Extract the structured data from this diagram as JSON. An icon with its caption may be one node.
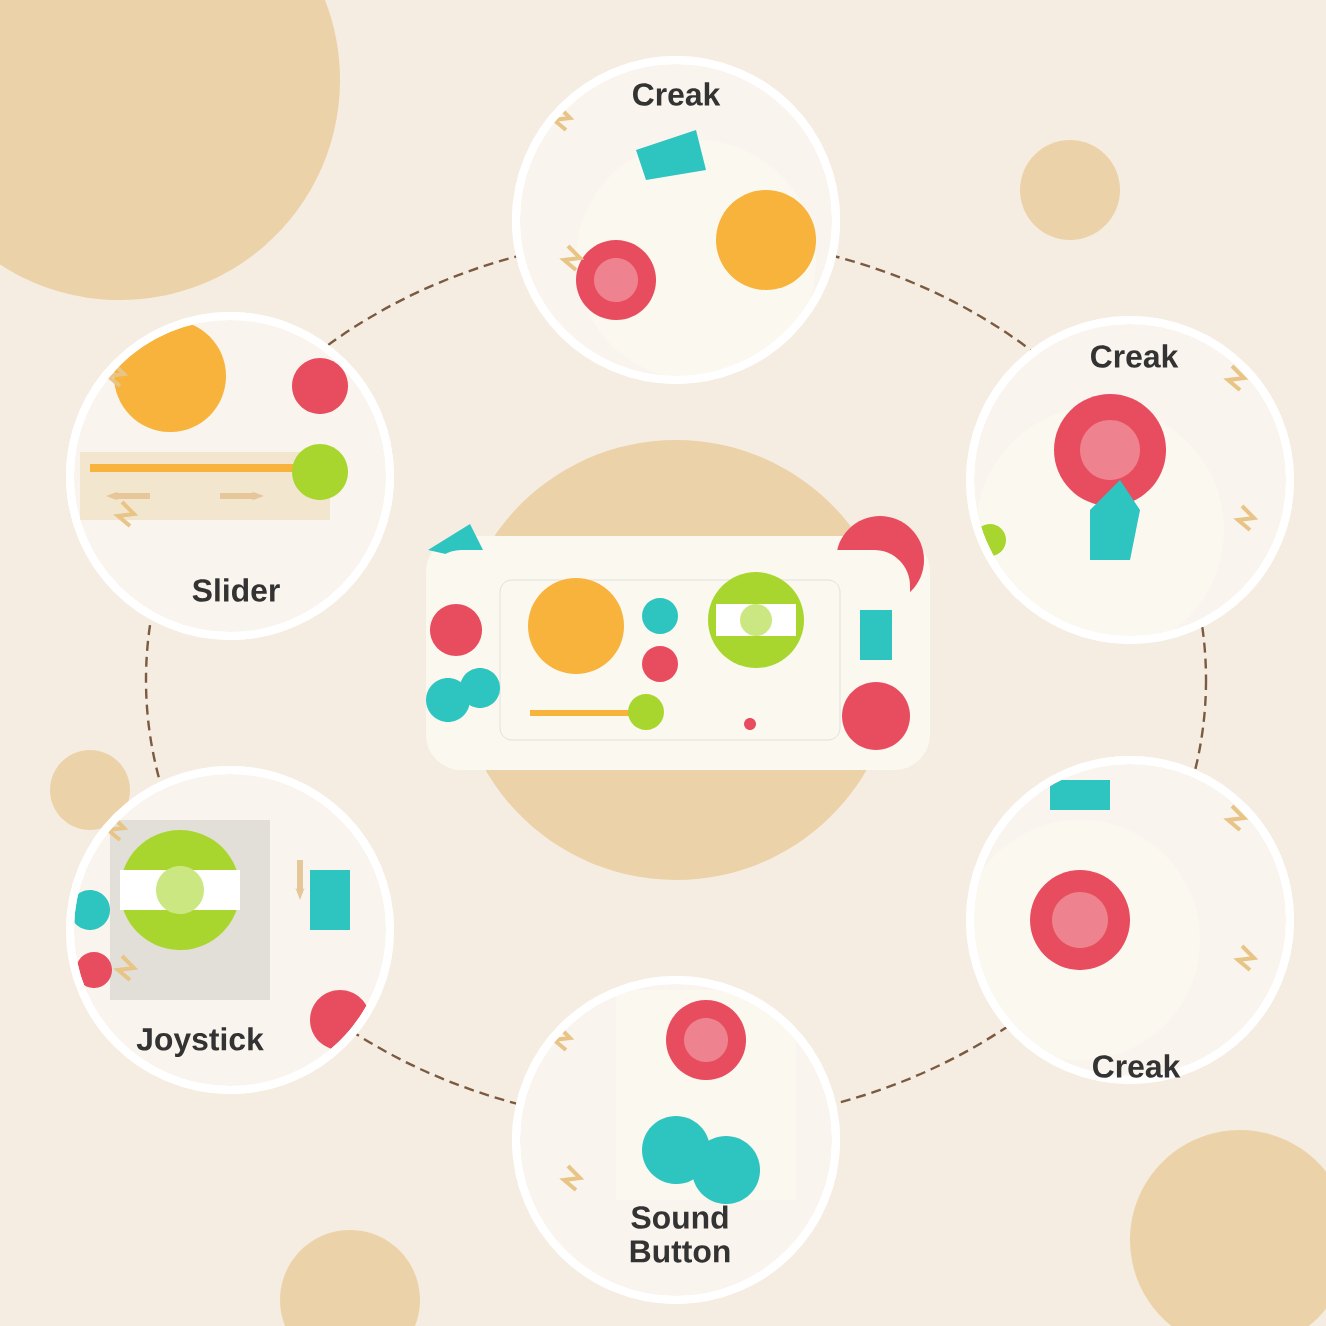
{
  "diagram": {
    "nodes": [
      {
        "text": [
          "Creak"
        ]
      },
      {
        "text": [
          "Creak"
        ]
      },
      {
        "text": [
          "Slider"
        ]
      },
      {
        "text": [
          "Joystick"
        ]
      },
      {
        "text": [
          "Creak"
        ]
      },
      {
        "text": [
          "Sound Button"
        ]
      }
    ]
  }
}
